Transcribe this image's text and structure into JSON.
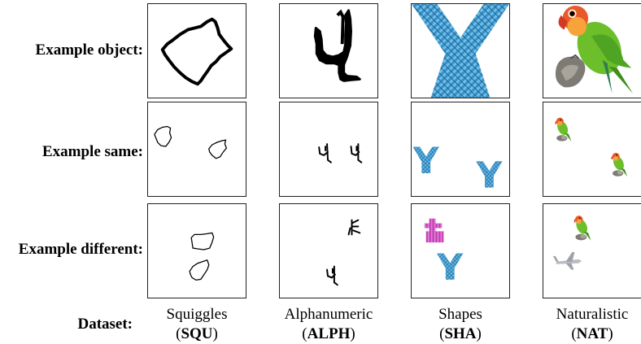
{
  "rows": {
    "object": "Example object:",
    "same": "Example same:",
    "different": "Example different:",
    "dataset": "Dataset:"
  },
  "datasets": [
    {
      "name": "Squiggles",
      "abbr": "SQU"
    },
    {
      "name": "Alphanumeric",
      "abbr": "ALPH"
    },
    {
      "name": "Shapes",
      "abbr": "SHA"
    },
    {
      "name": "Naturalistic",
      "abbr": "NAT"
    }
  ],
  "colors": {
    "border": "#222222",
    "texture_blue": "#3a8fc6",
    "texture_magenta": "#c13bb0",
    "parrot_green": "#6cbf2a",
    "parrot_red": "#e0462a"
  }
}
